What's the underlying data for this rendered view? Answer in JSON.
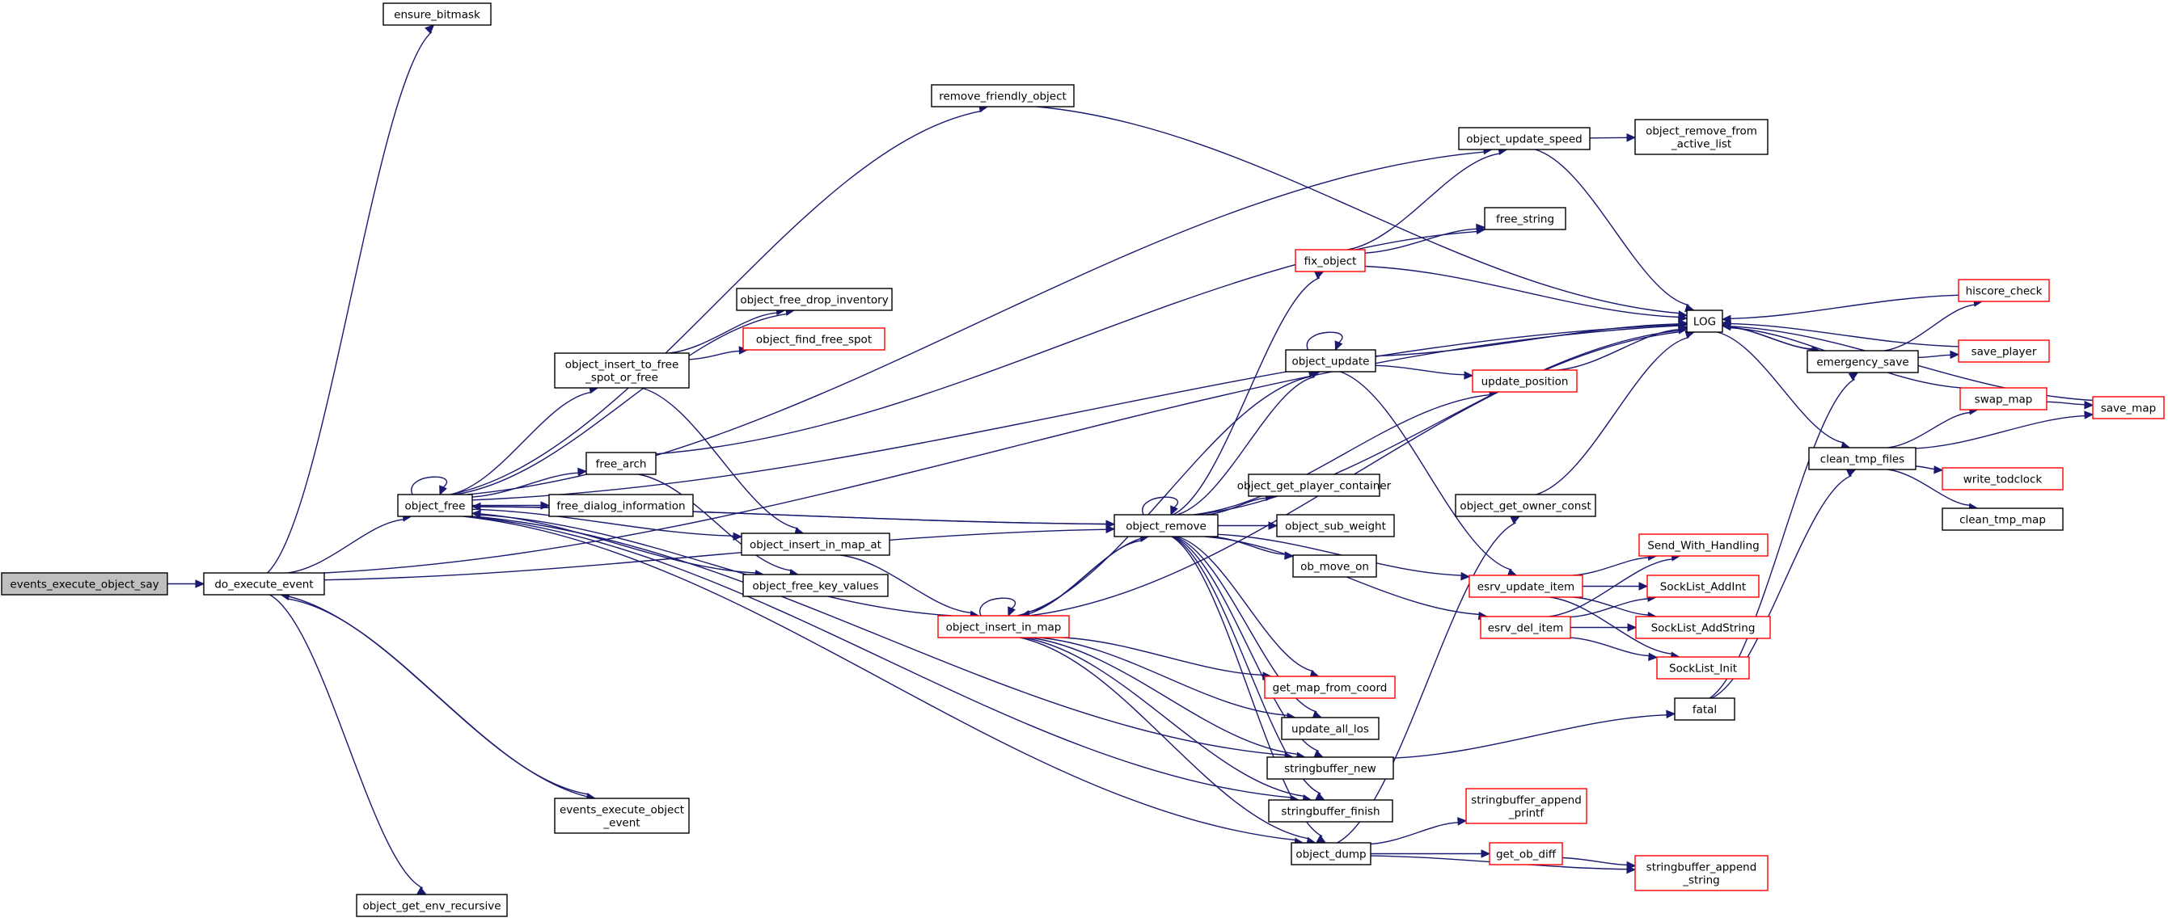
{
  "colors": {
    "edge": "#191970",
    "normal_border": "#000000",
    "red_border": "#ff0000",
    "root_fill": "#bfbfbf"
  },
  "nodes": [
    {
      "id": "events_execute_object_say",
      "label": [
        "events_execute_object_say"
      ],
      "style": "root",
      "interactable": false
    },
    {
      "id": "do_execute_event",
      "label": [
        "do_execute_event"
      ],
      "style": "normal",
      "interactable": true
    },
    {
      "id": "ensure_bitmask",
      "label": [
        "ensure_bitmask"
      ],
      "style": "normal",
      "interactable": true
    },
    {
      "id": "object_free",
      "label": [
        "object_free"
      ],
      "style": "normal",
      "interactable": true
    },
    {
      "id": "events_execute_object_event",
      "label": [
        "events_execute_object",
        "_event"
      ],
      "style": "normal",
      "interactable": true
    },
    {
      "id": "object_get_env_recursive",
      "label": [
        "object_get_env_recursive"
      ],
      "style": "normal",
      "interactable": true
    },
    {
      "id": "remove_friendly_object",
      "label": [
        "remove_friendly_object"
      ],
      "style": "normal",
      "interactable": true
    },
    {
      "id": "object_free_drop_inventory",
      "label": [
        "object_free_drop_inventory"
      ],
      "style": "normal",
      "interactable": true
    },
    {
      "id": "object_insert_to_free_spot_or_free",
      "label": [
        "object_insert_to_free",
        "_spot_or_free"
      ],
      "style": "normal",
      "interactable": true
    },
    {
      "id": "object_find_free_spot",
      "label": [
        "object_find_free_spot"
      ],
      "style": "red",
      "interactable": true
    },
    {
      "id": "free_arch",
      "label": [
        "free_arch"
      ],
      "style": "normal",
      "interactable": true
    },
    {
      "id": "free_dialog_information",
      "label": [
        "free_dialog_information"
      ],
      "style": "normal",
      "interactable": true
    },
    {
      "id": "object_insert_in_map_at",
      "label": [
        "object_insert_in_map_at"
      ],
      "style": "normal",
      "interactable": true
    },
    {
      "id": "object_free_key_values",
      "label": [
        "object_free_key_values"
      ],
      "style": "normal",
      "interactable": true
    },
    {
      "id": "object_insert_in_map",
      "label": [
        "object_insert_in_map"
      ],
      "style": "red",
      "interactable": true
    },
    {
      "id": "object_remove",
      "label": [
        "object_remove"
      ],
      "style": "normal",
      "interactable": true
    },
    {
      "id": "object_update_speed",
      "label": [
        "object_update_speed"
      ],
      "style": "normal",
      "interactable": true
    },
    {
      "id": "object_remove_from_active_list",
      "label": [
        "object_remove_from",
        "_active_list"
      ],
      "style": "normal",
      "interactable": true
    },
    {
      "id": "free_string",
      "label": [
        "free_string"
      ],
      "style": "normal",
      "interactable": true
    },
    {
      "id": "fix_object",
      "label": [
        "fix_object"
      ],
      "style": "red",
      "interactable": true
    },
    {
      "id": "object_update",
      "label": [
        "object_update"
      ],
      "style": "normal",
      "interactable": true
    },
    {
      "id": "update_position",
      "label": [
        "update_position"
      ],
      "style": "red",
      "interactable": true
    },
    {
      "id": "object_get_player_container",
      "label": [
        "object_get_player_container"
      ],
      "style": "normal",
      "interactable": true
    },
    {
      "id": "object_sub_weight",
      "label": [
        "object_sub_weight"
      ],
      "style": "normal",
      "interactable": true
    },
    {
      "id": "ob_move_on",
      "label": [
        "ob_move_on"
      ],
      "style": "normal",
      "interactable": true
    },
    {
      "id": "object_get_owner_const",
      "label": [
        "object_get_owner_const"
      ],
      "style": "normal",
      "interactable": true
    },
    {
      "id": "esrv_update_item",
      "label": [
        "esrv_update_item"
      ],
      "style": "red",
      "interactable": true
    },
    {
      "id": "esrv_del_item",
      "label": [
        "esrv_del_item"
      ],
      "style": "red",
      "interactable": true
    },
    {
      "id": "get_map_from_coord",
      "label": [
        "get_map_from_coord"
      ],
      "style": "red",
      "interactable": true
    },
    {
      "id": "update_all_los",
      "label": [
        "update_all_los"
      ],
      "style": "normal",
      "interactable": true
    },
    {
      "id": "stringbuffer_new",
      "label": [
        "stringbuffer_new"
      ],
      "style": "normal",
      "interactable": true
    },
    {
      "id": "stringbuffer_finish",
      "label": [
        "stringbuffer_finish"
      ],
      "style": "normal",
      "interactable": true
    },
    {
      "id": "object_dump",
      "label": [
        "object_dump"
      ],
      "style": "normal",
      "interactable": true
    },
    {
      "id": "stringbuffer_append_printf",
      "label": [
        "stringbuffer_append",
        "_printf"
      ],
      "style": "red",
      "interactable": true
    },
    {
      "id": "get_ob_diff",
      "label": [
        "get_ob_diff"
      ],
      "style": "red",
      "interactable": true
    },
    {
      "id": "stringbuffer_append_string",
      "label": [
        "stringbuffer_append",
        "_string"
      ],
      "style": "red",
      "interactable": true
    },
    {
      "id": "LOG",
      "label": [
        "LOG"
      ],
      "style": "normal",
      "interactable": true
    },
    {
      "id": "emergency_save",
      "label": [
        "emergency_save"
      ],
      "style": "normal",
      "interactable": true
    },
    {
      "id": "hiscore_check",
      "label": [
        "hiscore_check"
      ],
      "style": "red",
      "interactable": true
    },
    {
      "id": "save_player",
      "label": [
        "save_player"
      ],
      "style": "red",
      "interactable": true
    },
    {
      "id": "swap_map",
      "label": [
        "swap_map"
      ],
      "style": "red",
      "interactable": true
    },
    {
      "id": "save_map",
      "label": [
        "save_map"
      ],
      "style": "red",
      "interactable": true
    },
    {
      "id": "clean_tmp_files",
      "label": [
        "clean_tmp_files"
      ],
      "style": "normal",
      "interactable": true
    },
    {
      "id": "write_todclock",
      "label": [
        "write_todclock"
      ],
      "style": "red",
      "interactable": true
    },
    {
      "id": "clean_tmp_map",
      "label": [
        "clean_tmp_map"
      ],
      "style": "normal",
      "interactable": true
    },
    {
      "id": "Send_With_Handling",
      "label": [
        "Send_With_Handling"
      ],
      "style": "red",
      "interactable": true
    },
    {
      "id": "SockList_AddInt",
      "label": [
        "SockList_AddInt"
      ],
      "style": "red",
      "interactable": true
    },
    {
      "id": "SockList_AddString",
      "label": [
        "SockList_AddString"
      ],
      "style": "red",
      "interactable": true
    },
    {
      "id": "SockList_Init",
      "label": [
        "SockList_Init"
      ],
      "style": "red",
      "interactable": true
    },
    {
      "id": "fatal",
      "label": [
        "fatal"
      ],
      "style": "normal",
      "interactable": true
    }
  ],
  "edges": [
    [
      "events_execute_object_say",
      "do_execute_event"
    ],
    [
      "do_execute_event",
      "ensure_bitmask"
    ],
    [
      "do_execute_event",
      "LOG"
    ],
    [
      "do_execute_event",
      "object_free"
    ],
    [
      "do_execute_event",
      "events_execute_object_event"
    ],
    [
      "do_execute_event",
      "object_get_env_recursive"
    ],
    [
      "do_execute_event",
      "object_remove"
    ],
    [
      "events_execute_object_event",
      "do_execute_event"
    ],
    [
      "object_free",
      "object_free"
    ],
    [
      "object_free",
      "remove_friendly_object"
    ],
    [
      "object_free",
      "object_update_speed"
    ],
    [
      "object_free",
      "LOG"
    ],
    [
      "object_free",
      "object_free_drop_inventory"
    ],
    [
      "object_free",
      "object_insert_to_free_spot_or_free"
    ],
    [
      "object_free",
      "free_arch"
    ],
    [
      "object_free",
      "free_dialog_information"
    ],
    [
      "object_free",
      "object_insert_in_map_at"
    ],
    [
      "object_free",
      "object_free_key_values"
    ],
    [
      "object_free",
      "object_remove"
    ],
    [
      "object_free",
      "stringbuffer_new"
    ],
    [
      "object_free",
      "stringbuffer_finish"
    ],
    [
      "object_free",
      "object_dump"
    ],
    [
      "remove_friendly_object",
      "LOG"
    ],
    [
      "object_insert_to_free_spot_or_free",
      "object_free_drop_inventory"
    ],
    [
      "object_insert_to_free_spot_or_free",
      "object_find_free_spot"
    ],
    [
      "object_insert_to_free_spot_or_free",
      "object_insert_in_map_at"
    ],
    [
      "free_arch",
      "free_string"
    ],
    [
      "free_arch",
      "object_free_key_values"
    ],
    [
      "object_insert_in_map_at",
      "object_insert_in_map"
    ],
    [
      "object_insert_in_map",
      "object_insert_in_map"
    ],
    [
      "object_insert_in_map",
      "object_free"
    ],
    [
      "object_insert_in_map",
      "LOG"
    ],
    [
      "object_insert_in_map",
      "object_remove"
    ],
    [
      "object_insert_in_map",
      "get_map_from_coord"
    ],
    [
      "object_insert_in_map",
      "update_all_los"
    ],
    [
      "object_insert_in_map",
      "stringbuffer_new"
    ],
    [
      "object_insert_in_map",
      "stringbuffer_finish"
    ],
    [
      "object_insert_in_map",
      "object_dump"
    ],
    [
      "object_insert_in_map",
      "object_update"
    ],
    [
      "object_remove",
      "object_remove"
    ],
    [
      "object_remove",
      "object_free"
    ],
    [
      "object_remove",
      "fix_object"
    ],
    [
      "object_remove",
      "object_update"
    ],
    [
      "object_remove",
      "update_position"
    ],
    [
      "object_remove",
      "LOG"
    ],
    [
      "object_remove",
      "object_get_player_container"
    ],
    [
      "object_remove",
      "object_sub_weight"
    ],
    [
      "object_remove",
      "ob_move_on"
    ],
    [
      "object_remove",
      "esrv_update_item"
    ],
    [
      "object_remove",
      "esrv_del_item"
    ],
    [
      "object_remove",
      "get_map_from_coord"
    ],
    [
      "object_remove",
      "update_all_los"
    ],
    [
      "object_remove",
      "stringbuffer_new"
    ],
    [
      "object_remove",
      "stringbuffer_finish"
    ],
    [
      "object_remove",
      "object_dump"
    ],
    [
      "object_remove",
      "object_insert_in_map"
    ],
    [
      "fix_object",
      "object_update_speed"
    ],
    [
      "fix_object",
      "free_string"
    ],
    [
      "fix_object",
      "LOG"
    ],
    [
      "object_update_speed",
      "object_remove_from_active_list"
    ],
    [
      "object_update_speed",
      "LOG"
    ],
    [
      "object_update",
      "object_update"
    ],
    [
      "object_update",
      "LOG"
    ],
    [
      "object_update",
      "update_position"
    ],
    [
      "object_update",
      "esrv_update_item"
    ],
    [
      "update_position",
      "LOG"
    ],
    [
      "object_get_owner_const",
      "LOG"
    ],
    [
      "object_dump",
      "object_get_owner_const"
    ],
    [
      "object_dump",
      "stringbuffer_append_printf"
    ],
    [
      "object_dump",
      "get_ob_diff"
    ],
    [
      "object_dump",
      "stringbuffer_append_string"
    ],
    [
      "get_ob_diff",
      "stringbuffer_append_string"
    ],
    [
      "stringbuffer_new",
      "fatal"
    ],
    [
      "esrv_update_item",
      "Send_With_Handling"
    ],
    [
      "esrv_update_item",
      "SockList_AddInt"
    ],
    [
      "esrv_update_item",
      "SockList_AddString"
    ],
    [
      "esrv_update_item",
      "SockList_Init"
    ],
    [
      "esrv_del_item",
      "Send_With_Handling"
    ],
    [
      "esrv_del_item",
      "SockList_AddInt"
    ],
    [
      "esrv_del_item",
      "SockList_AddString"
    ],
    [
      "esrv_del_item",
      "SockList_Init"
    ],
    [
      "fatal",
      "emergency_save"
    ],
    [
      "fatal",
      "clean_tmp_files"
    ],
    [
      "LOG",
      "emergency_save"
    ],
    [
      "LOG",
      "clean_tmp_files"
    ],
    [
      "emergency_save",
      "LOG"
    ],
    [
      "emergency_save",
      "hiscore_check"
    ],
    [
      "emergency_save",
      "save_player"
    ],
    [
      "hiscore_check",
      "LOG"
    ],
    [
      "save_player",
      "LOG"
    ],
    [
      "swap_map",
      "LOG"
    ],
    [
      "swap_map",
      "save_map"
    ],
    [
      "save_map",
      "LOG"
    ],
    [
      "clean_tmp_files",
      "swap_map"
    ],
    [
      "clean_tmp_files",
      "save_map"
    ],
    [
      "clean_tmp_files",
      "write_todclock"
    ],
    [
      "clean_tmp_files",
      "clean_tmp_map"
    ]
  ]
}
